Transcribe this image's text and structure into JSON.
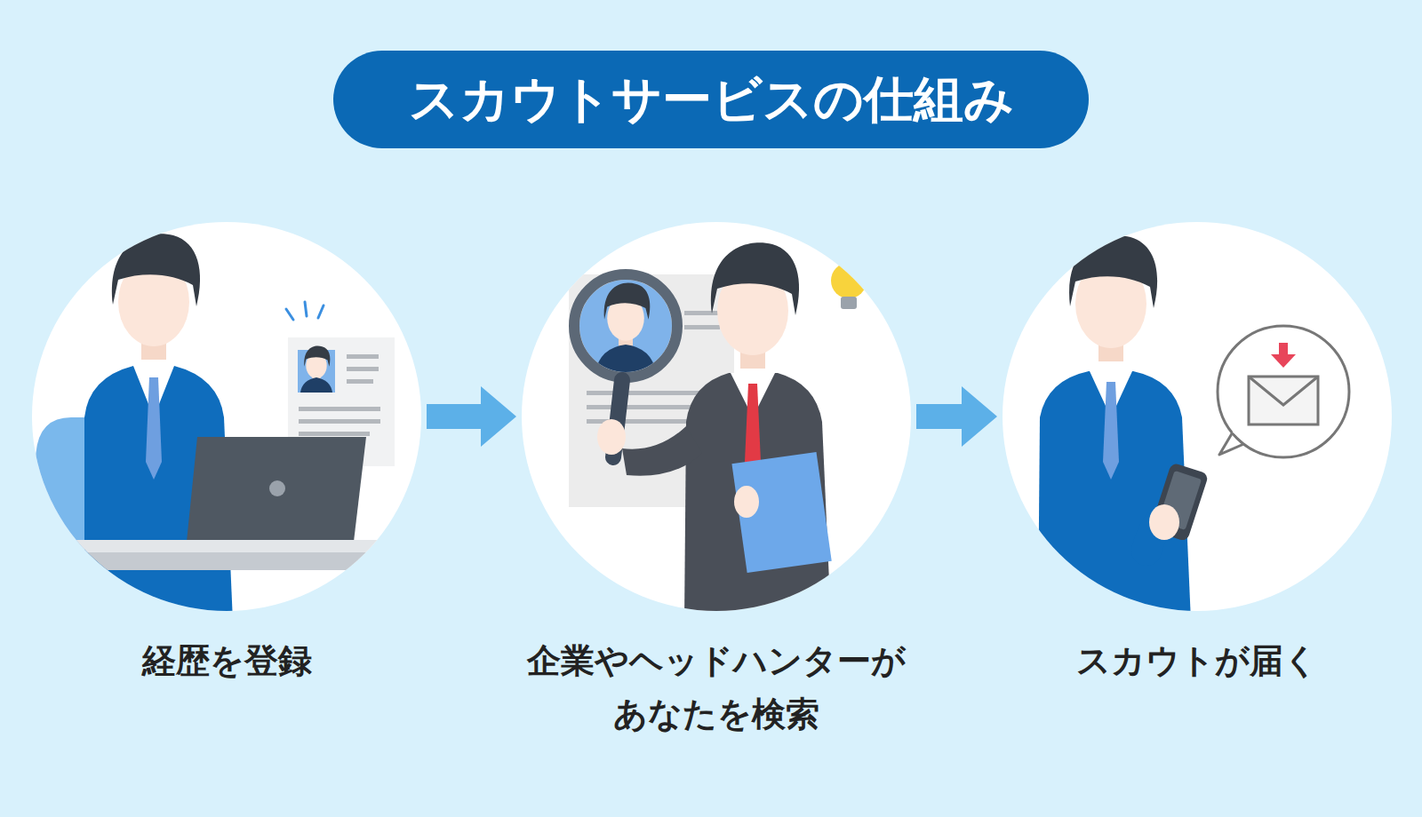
{
  "diagram": {
    "title": "スカウトサービスの仕組み",
    "nodes": [
      {
        "text": [
          "経歴を登録"
        ]
      },
      {
        "text": [
          "企業やヘッドハンターが あなたを検索"
        ]
      },
      {
        "text": [
          "スカウトが届く"
        ]
      }
    ],
    "edges": [
      {
        "from": 0,
        "to": 1,
        "arrow": "to"
      },
      {
        "from": 1,
        "to": 2,
        "arrow": "to"
      }
    ]
  }
}
